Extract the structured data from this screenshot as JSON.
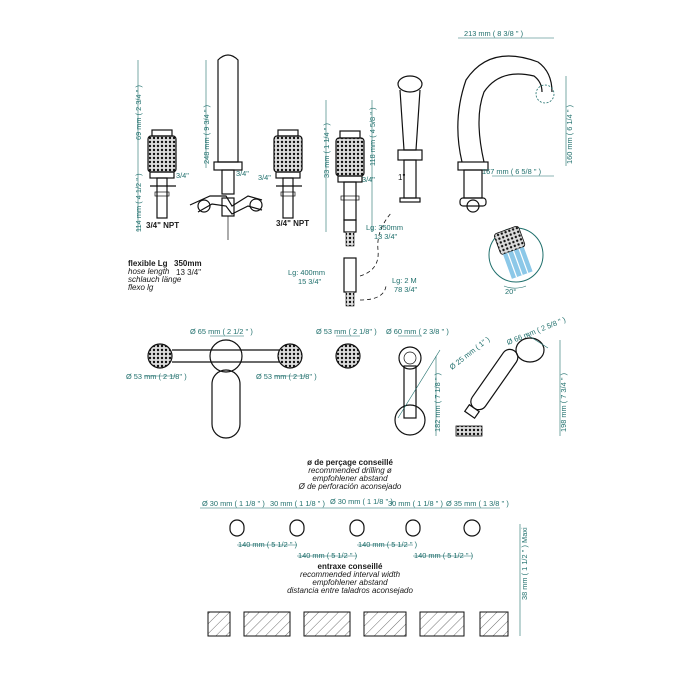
{
  "top": {
    "h69": "69 mm ( 2 3/4 '' )",
    "h114": "114 mm ( 4 1/2 '' )",
    "h248": "248 mm ( 9 3/4 '' )",
    "h33": "33 mm ( 1 1/4 '' )",
    "h118": "118 mm ( 4 5/8 '' )",
    "w213": "213 mm ( 8 3/8 '' )",
    "h160": "160 mm ( 6 1/4 '' )",
    "w167": "167 mm ( 6 5/8 '' )",
    "thread34": "3/4\"",
    "npt_left": "3/4\" NPT",
    "npt_right": "3/4\" NPT",
    "one_inch": "1\"",
    "lg350_a": "Lg: 350mm",
    "lg350_b": "13 3/4\"",
    "lg400_a": "Lg: 400mm",
    "lg400_b": "15 3/4\"",
    "lg2m_a": "Lg: 2 M",
    "lg2m_b": "78 3/4\"",
    "angle20": "20°"
  },
  "hose": {
    "title": "flexible Lg",
    "value": "350mm",
    "value_in": "13 3/4\"",
    "l1": "hose length",
    "l2": "schlauch länge",
    "l3": "flexo lg"
  },
  "mid": {
    "d65": "Ø 65 mm ( 2 1/2 '' )",
    "d53a": "Ø 53 mm ( 2 1/8'' )",
    "d53b": "Ø 53 mm ( 2 1/8'' )",
    "d53c": "Ø 53 mm ( 2 1/8'' )",
    "d60": "Ø 60 mm ( 2 3/8 '' )",
    "d25": "Ø 25 mm ( 1'' )",
    "d66": "Ø 66 mm ( 2 5/8 '' )",
    "h182": "182 mm ( 7 1/8 '' )",
    "h198": "198 mm ( 7 3/4 '' )"
  },
  "drilling": {
    "title": "ø de perçage conseillé",
    "l1": "recommended drilling ø",
    "l2": "empfohlener abstand",
    "l3": "Ø de perforación aconsejado",
    "holes": [
      "Ø 30 mm ( 1 1/8 '' )",
      "30 mm ( 1 1/8 '' )",
      "Ø 30 mm ( 1 1/8 '' )",
      "30 mm ( 1 1/8 '' )",
      "Ø 35 mm ( 1 3/8 '' )"
    ]
  },
  "spacing": {
    "s1": "140 mm ( 5 1/2 '' )",
    "s2": "140 mm ( 5 1/2 '' )",
    "s3": "140 mm ( 5 1/2 '' )",
    "s4": "140 mm ( 5 1/2 '' )",
    "title": "entraxe conseillé",
    "l1": "recommended interval width",
    "l2": "empfohlener abstand",
    "l3": "distancia entre taladros aconsejado",
    "max": "38 mm ( 1 1/2 '' ) Maxi"
  }
}
